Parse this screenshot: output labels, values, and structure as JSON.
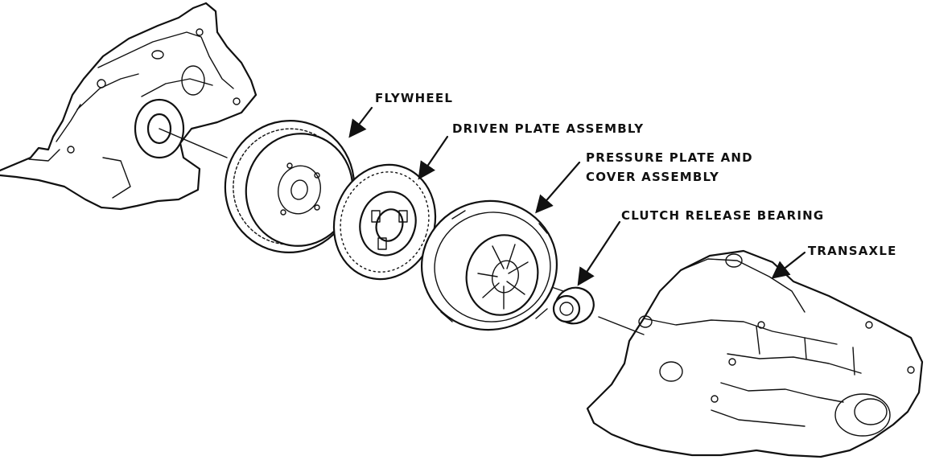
{
  "labels": {
    "flywheel": "FLYWHEEL",
    "driven_plate": "DRIVEN PLATE ASSEMBLY",
    "pressure_plate_line1": "PRESSURE PLATE AND",
    "pressure_plate_line2": "COVER ASSEMBLY",
    "release_bearing": "CLUTCH RELEASE BEARING",
    "transaxle": "TRANSAXLE"
  },
  "colors": {
    "ink": "#111111",
    "paper": "#ffffff"
  }
}
